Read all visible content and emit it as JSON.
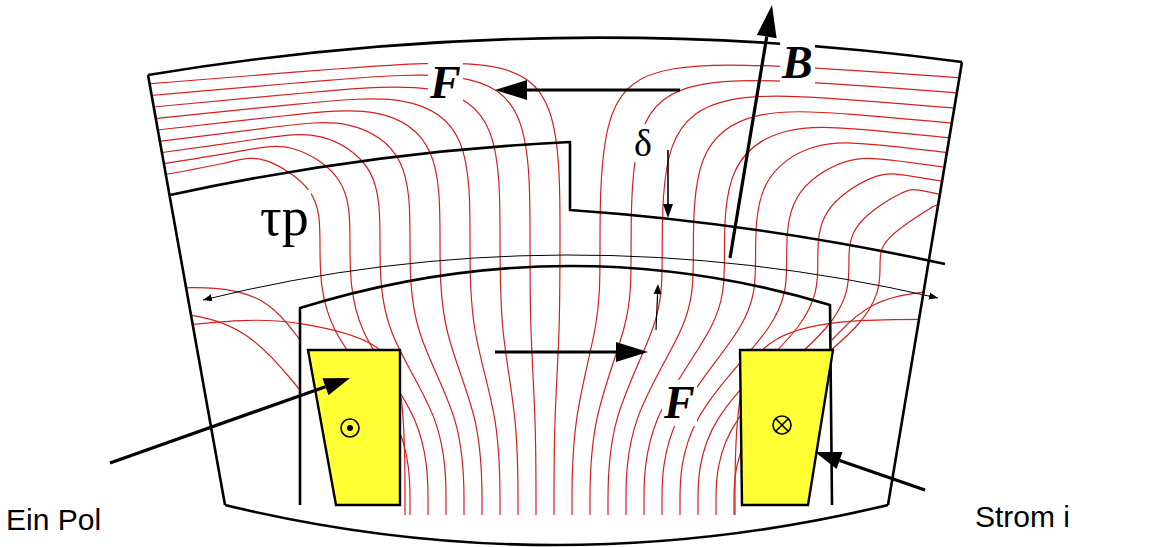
{
  "diagram": {
    "labels": [
      "F",
      "B",
      "δ",
      "τp",
      "F",
      "Ein Pol",
      "Strom i"
    ]
  }
}
